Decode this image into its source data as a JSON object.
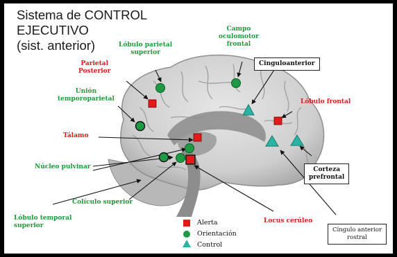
{
  "title": {
    "line1": "Sistema de CONTROL",
    "line2": "EJECUTIVO",
    "line3": "(sist. anterior)"
  },
  "labels": {
    "parietal_superior": [
      "Lóbulo parietal",
      "superior"
    ],
    "parietal_posterior": [
      "Parietal",
      "Posterior"
    ],
    "campo_oculomotor": [
      "Campo",
      "oculomotor",
      "frontal"
    ],
    "union_temporoparietal": [
      "Unión",
      "temporoparietal"
    ],
    "talamo": "Tálamo",
    "lobulo_frontal": "Lóbulo frontal",
    "nucleo_pulvinar": "Núcleo pulvinar",
    "coliculo_superior": "Colículo superior",
    "lobulo_temporal": [
      "Lóbulo temporal",
      "superior"
    ],
    "locus_ceruleo": "Locus cerúleo"
  },
  "boxed_labels": {
    "cinguloanterior": "Cinguloanterior",
    "corteza_prefrontal": [
      "Corteza",
      "prefrontal"
    ],
    "cingulo_anterior_rostral": [
      "Cíngulo anterior",
      "rostral"
    ]
  },
  "legend": {
    "alerta": "Alerta",
    "orientacion": "Orientación",
    "control": "Control"
  },
  "colors": {
    "alerta": "#e11b1b",
    "orientacion": "#1e9a45",
    "control": "#2bb3a3"
  }
}
